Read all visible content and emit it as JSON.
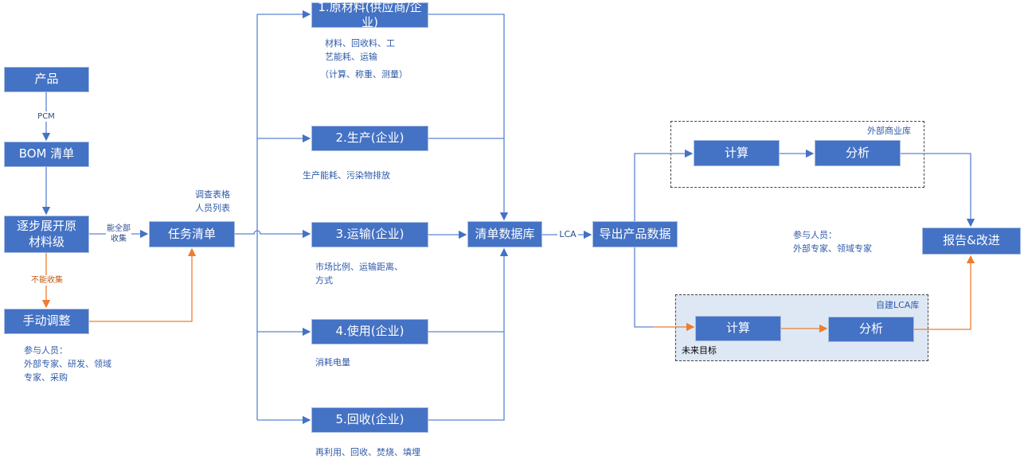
{
  "colors": {
    "box": "#4472c4",
    "line": "#5b83d1",
    "orange": "#ed7d31",
    "future_fill": "#dee8f4"
  },
  "left": {
    "product": "产品",
    "pcm": "PCM",
    "bom": "BOM 清单",
    "expand": "逐步展开原材料级",
    "can_collect": "能全部收集",
    "cannot_collect": "不能收集",
    "manual": "手动调整",
    "participants": [
      "参与人员：",
      "外部专家、研发、领域",
      "专家、采购"
    ],
    "task_list": "任务清单",
    "survey": [
      "调查表格",
      "人员列表"
    ]
  },
  "stages": [
    {
      "label": "1.原材料(供应商/企业)",
      "notes": [
        "材料、回收料、工",
        "艺能耗、运输",
        "（计算、称重、测量）"
      ]
    },
    {
      "label": "2.生产(企业)",
      "notes": [
        "生产能耗、污染物排放"
      ]
    },
    {
      "label": "3.运输(企业)",
      "notes": [
        "市场比例、运输距离、",
        "方式"
      ]
    },
    {
      "label": "4.使用(企业)",
      "notes": [
        "消耗电量"
      ]
    },
    {
      "label": "5.回收(企业)",
      "notes": [
        "再利用、回收、焚烧、填埋"
      ]
    }
  ],
  "middle": {
    "inventory_db": "清单数据库",
    "lca": "LCA",
    "export": "导出产品数据"
  },
  "right": {
    "external_lib": "外部商业库",
    "calc": "计算",
    "analysis": "分析",
    "self_lib": "自建LCA库",
    "calc2": "计算",
    "analysis2": "分析",
    "future": "未来目标",
    "participants": [
      "参与人员：",
      "外部专家、领域专家"
    ],
    "report": "报告&改进"
  }
}
